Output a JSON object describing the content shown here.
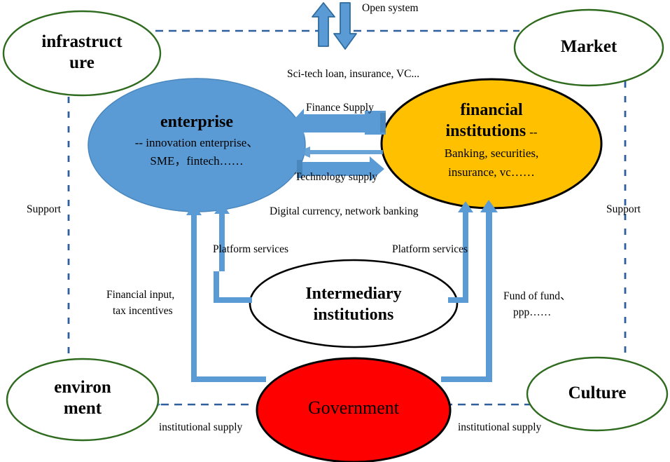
{
  "diagram": {
    "title": "Sci-tech finance ecosystem diagram",
    "colors": {
      "enterprise_fill": "#5b9bd5",
      "financial_fill": "#ffc000",
      "government_fill": "#ff0000",
      "intermediary_fill": "#ffffff",
      "outer_stroke": "#2e6b1e",
      "arrow_blue": "#5b9bd5",
      "dashed_blue": "#2e5f9e",
      "black_stroke": "#000000"
    },
    "outer_nodes": [
      {
        "id": "infrastructure",
        "label": "infrastruct\nure",
        "line1": "infrastruct",
        "line2": "ure"
      },
      {
        "id": "market",
        "label": "Market",
        "line1": "Market",
        "line2": ""
      },
      {
        "id": "environment",
        "label": "environ\nment",
        "line1": "environ",
        "line2": "ment"
      },
      {
        "id": "culture",
        "label": "Culture",
        "line1": "Culture",
        "line2": ""
      }
    ],
    "core_nodes": [
      {
        "id": "enterprise",
        "title": "enterprise",
        "sub_line1": "-- innovation enterprise、",
        "sub_line2": "SME，fintech……"
      },
      {
        "id": "financial_institutions",
        "title_line1": "financial",
        "title_line2": "institutions",
        "title_suffix": "--",
        "sub_line1": "Banking, securities,",
        "sub_line2": "insurance, vc……"
      },
      {
        "id": "intermediary_institutions",
        "title_line1": "Intermediary",
        "title_line2": "institutions"
      },
      {
        "id": "government",
        "title": "Government"
      }
    ],
    "edge_labels": {
      "open_system": "Open system",
      "sci_tech": "Sci-tech loan, insurance, VC...",
      "finance_supply": "Finance Supply",
      "technology_supply": "Technology supply",
      "digital_currency": "Digital currency, network banking",
      "platform_services_left": "Platform services",
      "platform_services_right": "Platform services",
      "support_left": "Support",
      "support_right": "Support",
      "financial_input_line1": "Financial input,",
      "financial_input_line2": "tax incentives",
      "fund_of_fund_line1": "Fund of fund、",
      "fund_of_fund_line2": "ppp……",
      "institutional_supply_left": "institutional supply",
      "institutional_supply_right": "institutional supply"
    }
  }
}
